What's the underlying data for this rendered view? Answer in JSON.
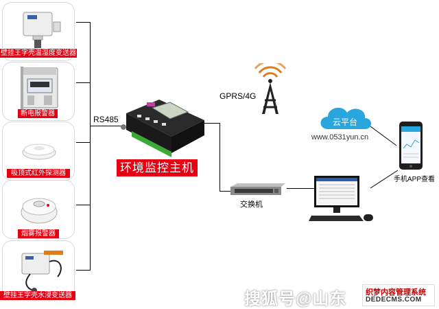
{
  "sensors": [
    {
      "label": "壁挂王字壳温湿度变送器"
    },
    {
      "label": "断电报警器"
    },
    {
      "label": "吸顶式红外探测器"
    },
    {
      "label": "烟雾报警器"
    },
    {
      "label": "壁挂王字壳水浸变送器"
    }
  ],
  "bus_label": "RS485",
  "host_label": "环境监控主机",
  "network_label": "GPRS/4G",
  "cloud": {
    "logo_text": "云平台",
    "url": "www.0531yun.cn"
  },
  "phone_label": "手机APP查看",
  "switch_label": "交换机",
  "watermark": {
    "text": "搜狐号@山东",
    "badge_cn": "织梦内容管理系统",
    "badge_en": "DEDECMS.COM"
  },
  "colors": {
    "label_red": "#e60012",
    "device_green": "#3aa935",
    "cloud_blue": "#2aa6de"
  }
}
